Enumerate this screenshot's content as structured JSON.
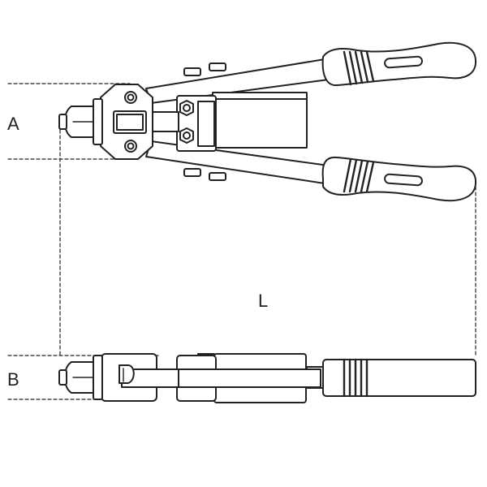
{
  "labels": {
    "a": "A",
    "l": "L",
    "b": "B"
  },
  "colors": {
    "line": "#222222",
    "handle_grip": "#2a2a2a",
    "fill": "#ffffff"
  }
}
